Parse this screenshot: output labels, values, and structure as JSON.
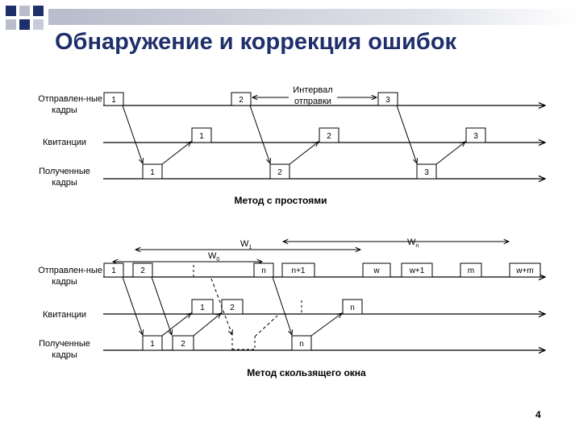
{
  "slide": {
    "title": "Обнаружение и коррекция ошибок",
    "page_number": "4"
  },
  "colors": {
    "title": "#1f2f6b",
    "line": "#000000",
    "band_dark": "#1f2f6b",
    "band_light": "#c8cbd8"
  },
  "row_labels": {
    "sent_line1": "Отправлен-ные",
    "sent_line2": "кадры",
    "ack": "Квитанции",
    "recv_line1": "Полученные",
    "recv_line2": "кадры"
  },
  "top_diagram": {
    "caption": "Метод с простоями",
    "interval_line1": "Интервал",
    "interval_line2": "отправки",
    "frames": [
      "1",
      "2",
      "3"
    ]
  },
  "bottom_diagram": {
    "caption": "Метод скользящего окна",
    "window_w0": "W",
    "window_w0_sub": "0",
    "window_w1": "W",
    "window_w1_sub": "1",
    "window_wn": "W",
    "window_wn_sub": "n",
    "sent_frames": [
      "1",
      "2",
      "n",
      "n+1",
      "w",
      "w+1",
      "m",
      "w+m"
    ],
    "ack_frames": [
      "1",
      "2",
      "n"
    ],
    "recv_frames": [
      "1",
      "2",
      "n"
    ]
  }
}
